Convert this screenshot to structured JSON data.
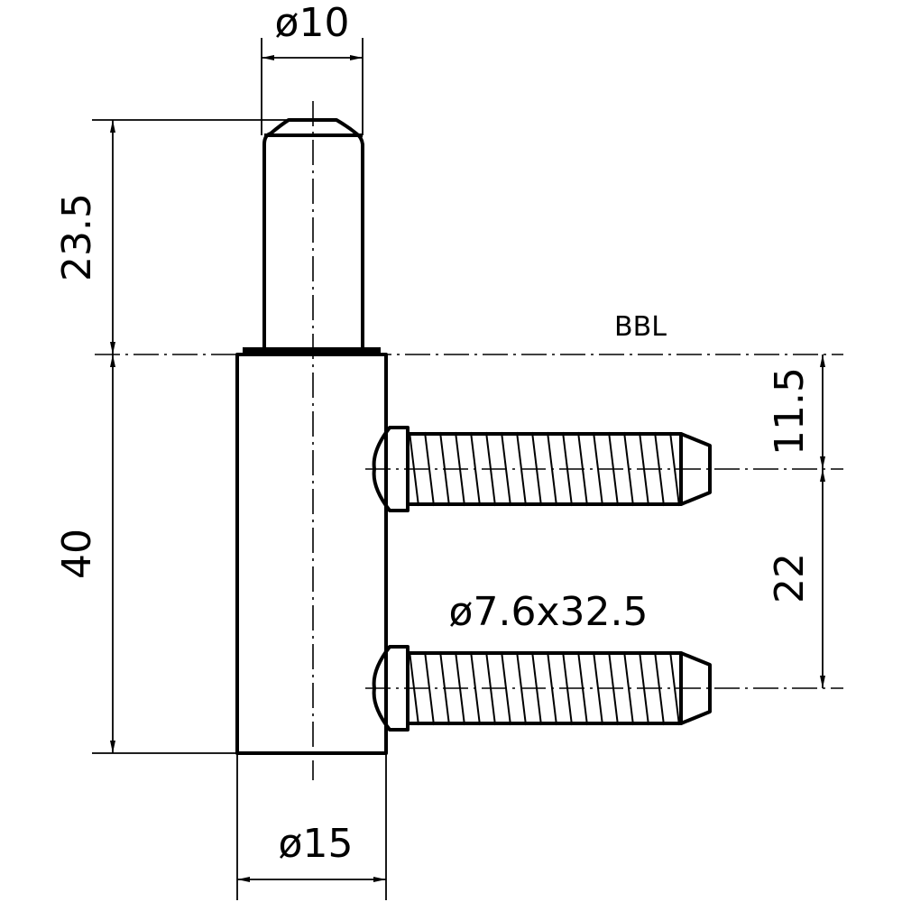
{
  "drawing": {
    "pin_diameter": "ø10",
    "pin_height": "23.5",
    "body_height": "40",
    "body_diameter": "ø15",
    "reference_line": "BBL",
    "screw_offset_top": "11.5",
    "screw_spacing": "22",
    "screw_size": "ø7.6x32.5"
  },
  "colors": {
    "line": "#000000",
    "background": "#ffffff"
  }
}
